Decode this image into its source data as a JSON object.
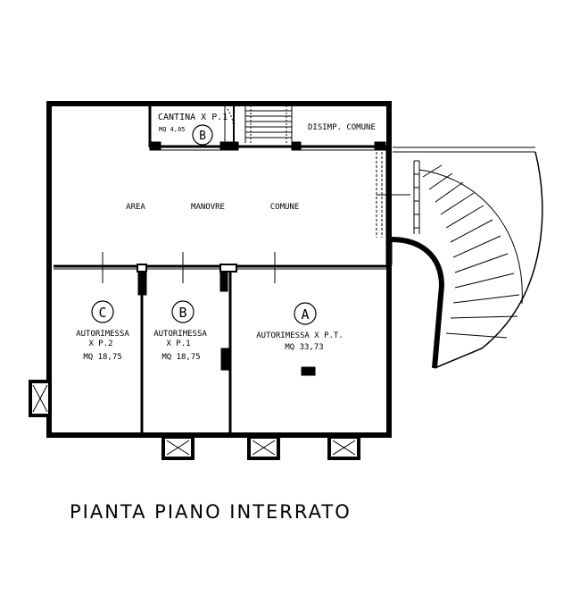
{
  "title": "PIANTA PIANO INTERRATO",
  "rooms": {
    "cantina": {
      "name": "CANTINA X P.1",
      "area": "MQ 4,05",
      "marker": "B"
    },
    "disimpegno": {
      "name": "DISIMP. COMUNE"
    },
    "area_manovre": {
      "word1": "AREA",
      "word2": "MANOVRE",
      "word3": "COMUNE"
    },
    "garage_c": {
      "marker": "C",
      "name": "AUTORIMESSA",
      "floor": "X P.2",
      "area": "MQ 18,75"
    },
    "garage_b": {
      "marker": "B",
      "name": "AUTORIMESSA",
      "floor": "X P.1",
      "area": "MQ 18,75"
    },
    "garage_a": {
      "marker": "A",
      "name": "AUTORIMESSA X P.T.",
      "area": "MQ 33,73"
    }
  }
}
